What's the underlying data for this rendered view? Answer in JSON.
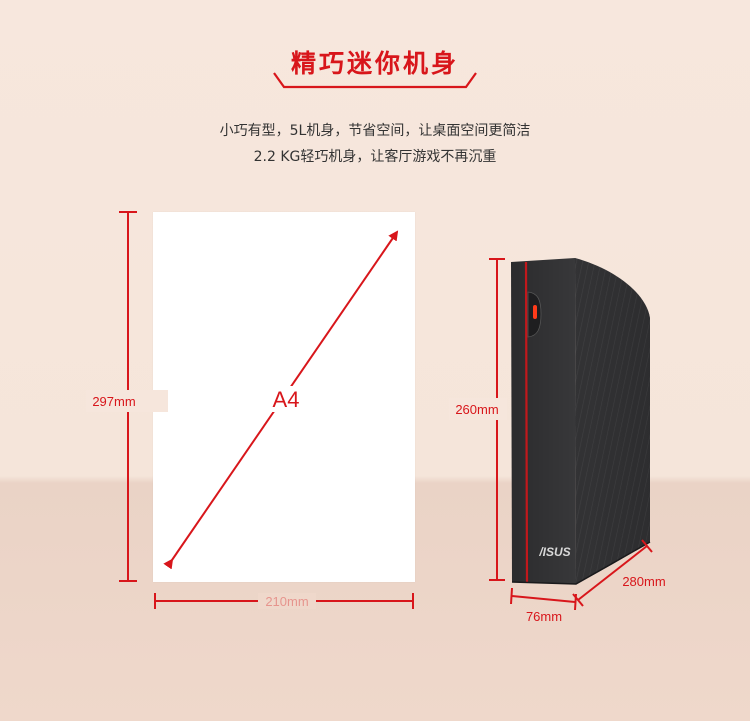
{
  "header": {
    "title": "精巧迷你机身",
    "line1": "小巧有型，5L机身，节省空间，让桌面空间更简洁",
    "line2": "2.2 KG轻巧机身，让客厅游戏不再沉重"
  },
  "a4": {
    "label": "A4",
    "height_label": "297mm",
    "width_label": "210mm"
  },
  "device": {
    "brand": "/ISUS",
    "height_label": "260mm",
    "width_label": "76mm",
    "depth_label": "280mm"
  },
  "colors": {
    "accent": "#d8161b",
    "background": "#f6e6dc",
    "device_body": "#2a2a2c"
  }
}
